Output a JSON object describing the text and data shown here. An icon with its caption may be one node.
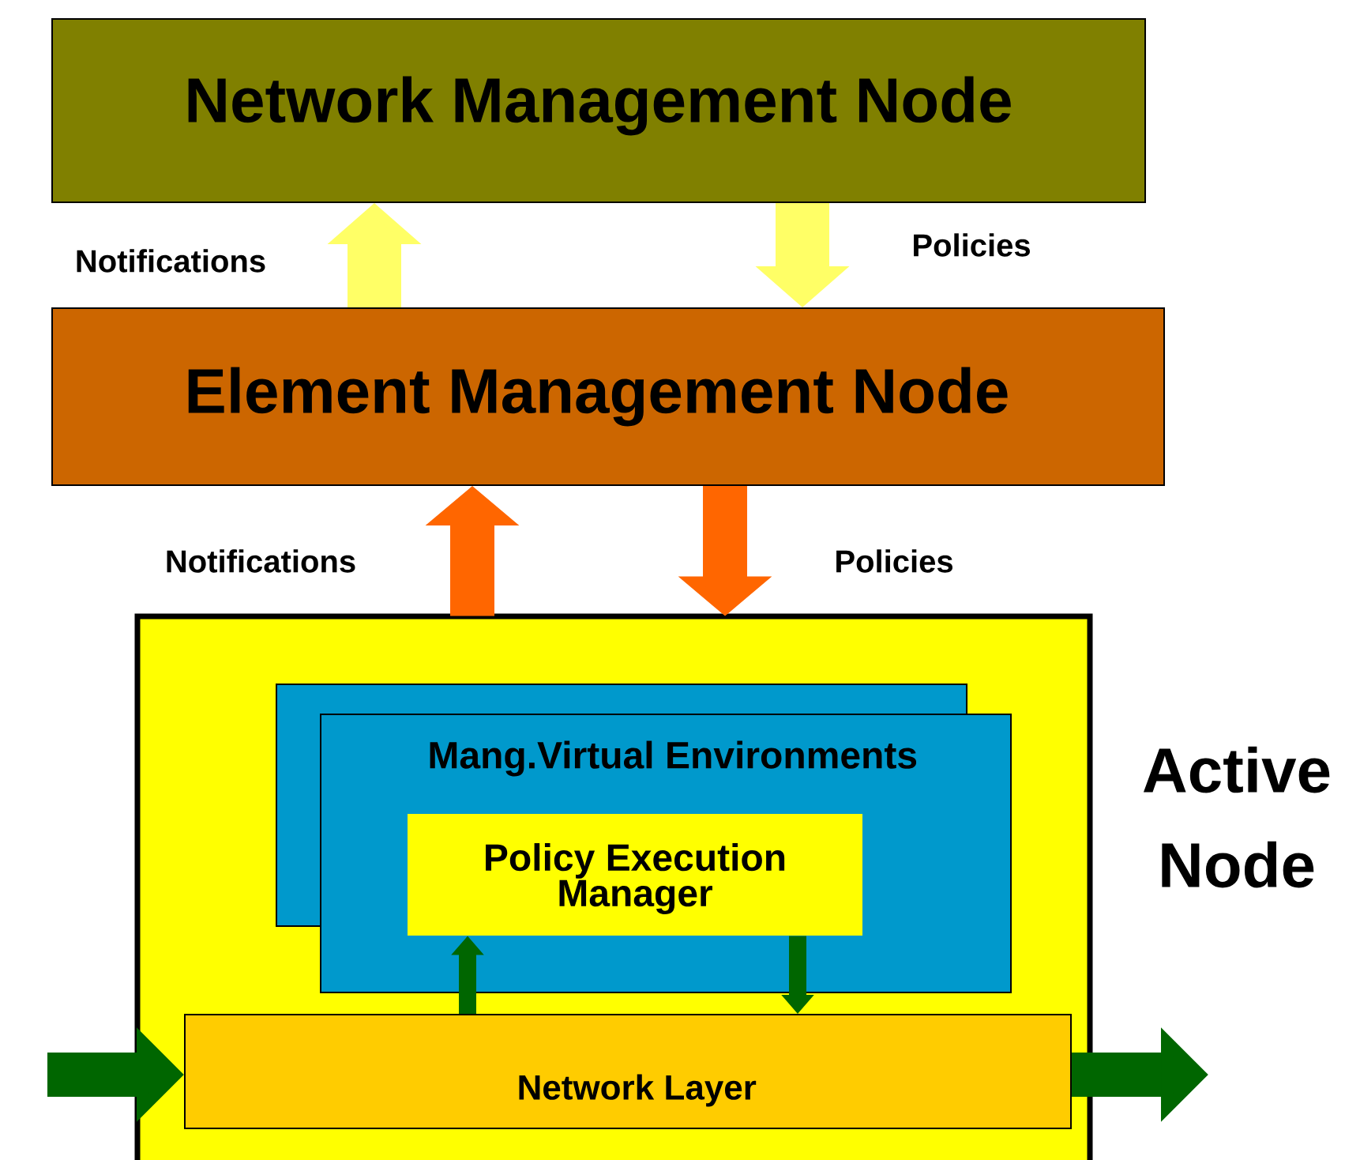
{
  "diagram": {
    "nodes": [
      {
        "text": [
          "Network Management Node"
        ]
      },
      {
        "text": [
          "Element Management Node"
        ]
      },
      {
        "text": [
          "Active Node"
        ]
      },
      {
        "text": [
          "Mang.Virtual Environments"
        ],
        "in": 2
      },
      {
        "text": [
          "Policy Execution Manager"
        ],
        "in": 3
      },
      {
        "text": [
          "Network Layer"
        ],
        "in": 2
      }
    ],
    "edges": [
      {
        "from": 1,
        "to": 0,
        "arrow": "to",
        "label": "Notifications",
        "color": "#ffff66"
      },
      {
        "from": 0,
        "to": 1,
        "arrow": "to",
        "label": "Policies",
        "color": "#ffff66"
      },
      {
        "from": 2,
        "to": 1,
        "arrow": "to",
        "label": "Notifications",
        "color": "#ff6600"
      },
      {
        "from": 1,
        "to": 2,
        "arrow": "to",
        "label": "Policies",
        "color": "#ff6600"
      },
      {
        "from": 5,
        "to": 4,
        "arrow": "to",
        "color": "#006600"
      },
      {
        "from": 4,
        "to": 5,
        "arrow": "to",
        "color": "#006600"
      },
      {
        "from": null,
        "to": 5,
        "arrow": "to",
        "color": "#006600"
      },
      {
        "from": 5,
        "to": null,
        "arrow": "to",
        "color": "#006600"
      }
    ]
  }
}
